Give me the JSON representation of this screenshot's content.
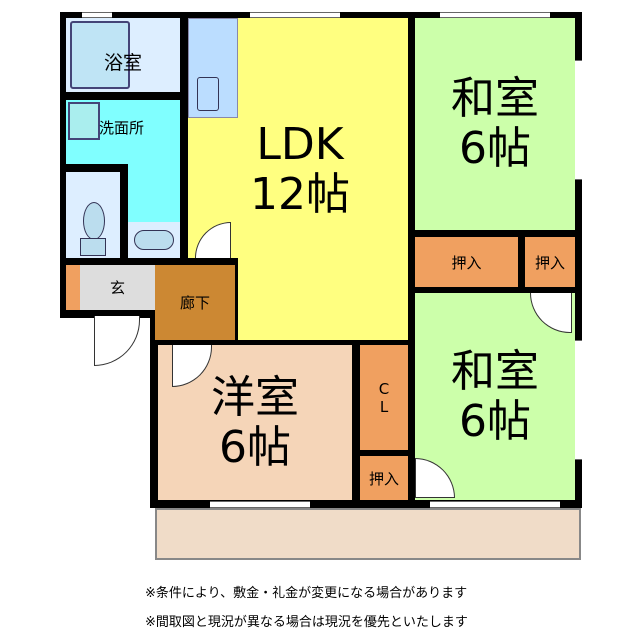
{
  "rooms": {
    "bath": "浴室",
    "washroom": "洗面所",
    "ldk": "LDK",
    "ldk_size": "12帖",
    "washitsu1": "和室",
    "washitsu1_size": "6帖",
    "oshiire1": "押入",
    "oshiire2": "押入",
    "washitsu2": "和室",
    "washitsu2_size": "6帖",
    "entrance": "玄",
    "hallway": "廊下",
    "youshitsu": "洋室",
    "youshitsu_size": "6帖",
    "closet_c": "C",
    "closet_l": "L",
    "oshiire3": "押入"
  },
  "colors": {
    "ldk": "#ffff80",
    "washitsu": "#ccffaa",
    "oshiire": "#f0a060",
    "youshitsu": "#f5d5b8",
    "washroom": "#80ffff",
    "bath": "#ddeeff",
    "hallway": "#cc8833",
    "entrance": "#dddddd",
    "balcony": "#f0dcc8"
  },
  "notes": [
    "※条件により、敷金・礼金が変更になる場合があります",
    "※間取図と現況が異なる場合は現況を優先といたします"
  ]
}
